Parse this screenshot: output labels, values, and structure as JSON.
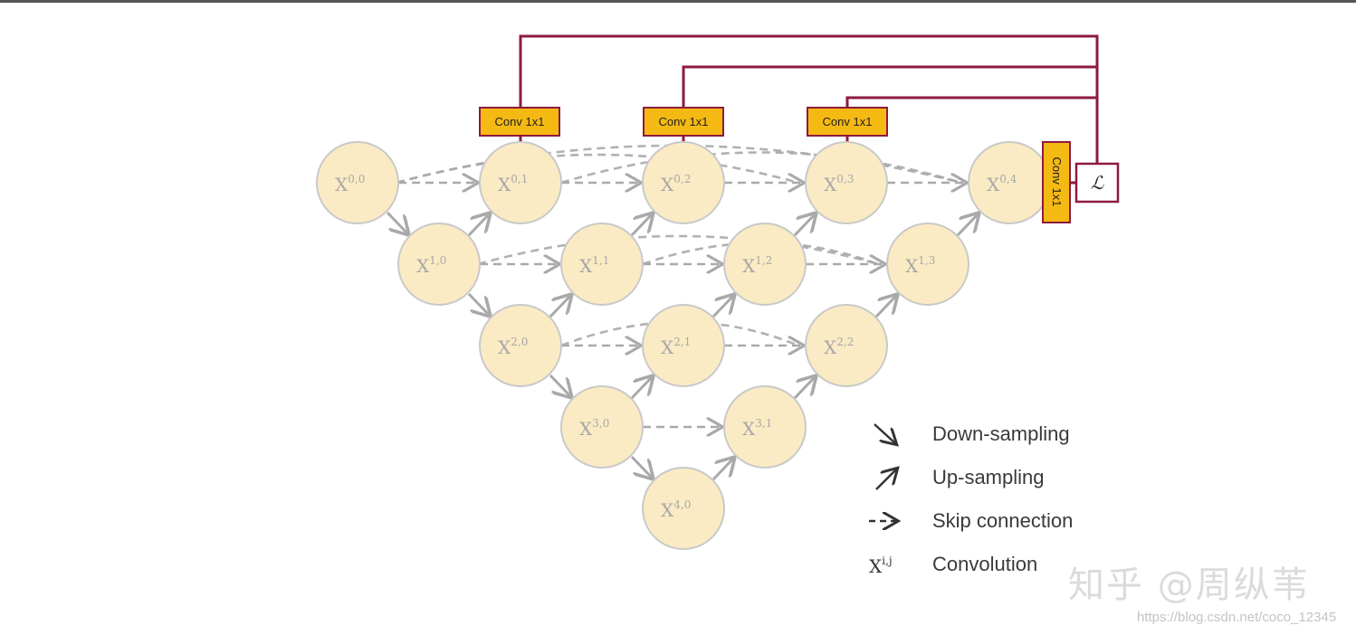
{
  "colors": {
    "node_fill": "#faebc4",
    "node_stroke": "#c9c9c9",
    "arrow": "#a9a9a9",
    "conv_fill": "#f5b914",
    "wire": "#8e1a3e"
  },
  "nodes": [
    {
      "id": "0-0",
      "base": "X",
      "sup": "0,0"
    },
    {
      "id": "1-0",
      "base": "X",
      "sup": "1,0"
    },
    {
      "id": "2-0",
      "base": "X",
      "sup": "2,0"
    },
    {
      "id": "3-0",
      "base": "X",
      "sup": "3,0"
    },
    {
      "id": "4-0",
      "base": "X",
      "sup": "4,0"
    },
    {
      "id": "0-1",
      "base": "X",
      "sup": "0,1"
    },
    {
      "id": "1-1",
      "base": "X",
      "sup": "1,1"
    },
    {
      "id": "2-1",
      "base": "X",
      "sup": "2,1"
    },
    {
      "id": "3-1",
      "base": "X",
      "sup": "3,1"
    },
    {
      "id": "0-2",
      "base": "X",
      "sup": "0,2"
    },
    {
      "id": "1-2",
      "base": "X",
      "sup": "1,2"
    },
    {
      "id": "2-2",
      "base": "X",
      "sup": "2,2"
    },
    {
      "id": "0-3",
      "base": "X",
      "sup": "0,3"
    },
    {
      "id": "1-3",
      "base": "X",
      "sup": "1,3"
    },
    {
      "id": "0-4",
      "base": "X",
      "sup": "0,4"
    }
  ],
  "conv_blocks": [
    "Conv 1x1",
    "Conv 1x1",
    "Conv 1x1",
    "Conv 1x1"
  ],
  "loss_symbol": "ℒ",
  "legend": {
    "down_sampling": "Down-sampling",
    "up_sampling": "Up-sampling",
    "skip_connection": "Skip connection",
    "convolution": "Convolution",
    "conv_symbol_base": "X",
    "conv_symbol_sup": "i,j"
  },
  "watermark": "知乎 @周纵苇",
  "source_url": "https://blog.csdn.net/coco_12345"
}
